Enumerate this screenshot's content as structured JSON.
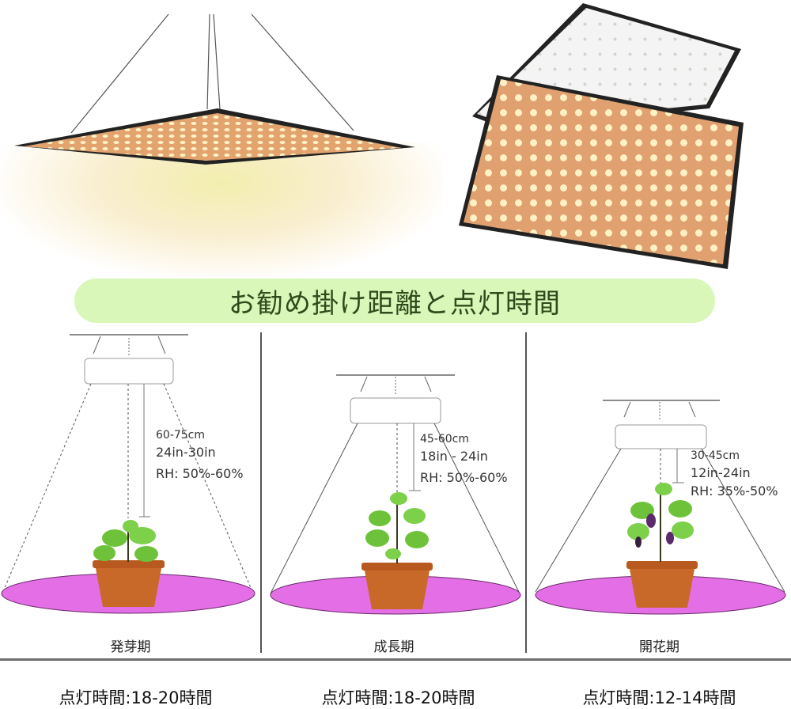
{
  "banner": {
    "title": "お勧め掛け距離と点灯時間",
    "bg_color": "#d9f7b8",
    "text_color": "#2f4a1c"
  },
  "hero": {
    "left_image": "hanging-led-grow-panel",
    "right_image": "led-panel-front-and-back"
  },
  "colors": {
    "light_footprint": "#e36ee6",
    "pot": "#c8692a",
    "leaf": "#6ec23a"
  },
  "stages": [
    {
      "name": "発芽期",
      "distance_cm": "60-75cm",
      "distance_in": "24in-30in",
      "humidity": "RH: 50%-60%",
      "hours": "点灯時間:18-20時間"
    },
    {
      "name": "成長期",
      "distance_cm": "45-60cm",
      "distance_in": "18in - 24in",
      "humidity": "RH: 50%-60%",
      "hours": "点灯時間:18-20時間"
    },
    {
      "name": "開花期",
      "distance_cm": "30-45cm",
      "distance_in": "12in-24in",
      "humidity": "RH: 35%-50%",
      "hours": "点灯時間:12-14時間"
    }
  ]
}
